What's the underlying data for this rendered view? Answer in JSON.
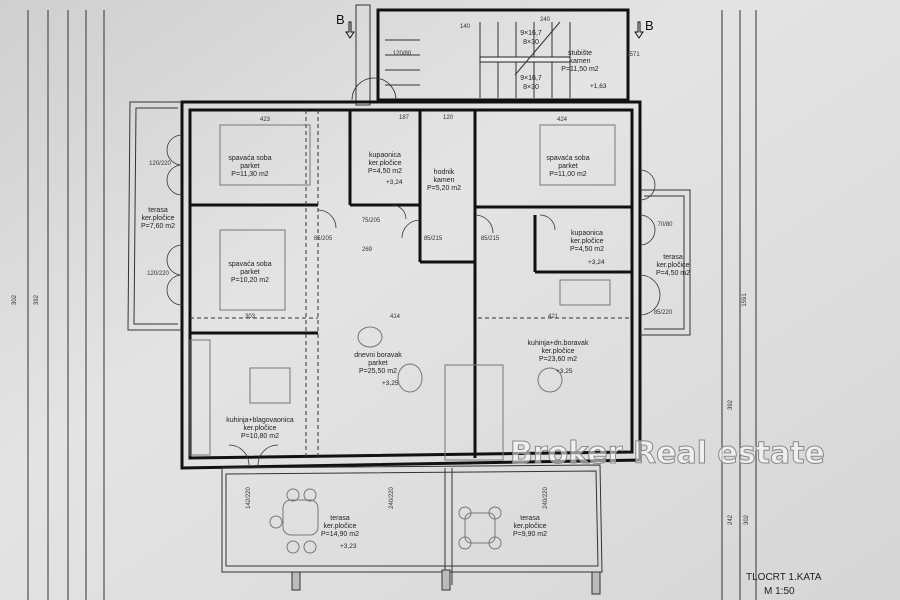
{
  "drawing": {
    "title": "TLOCRT 1.KATA",
    "scale": "M 1:50",
    "section_marker": "B",
    "watermark": "Broker Real estate"
  },
  "rooms": [
    {
      "name": "spavaća soba",
      "finish": "parket",
      "area": "P=11,30 m2"
    },
    {
      "name": "kupaonica",
      "finish": "ker.pločice",
      "area": "P=4,50 m2"
    },
    {
      "name": "hodnik",
      "finish": "kamen",
      "area": "P=5,20 m2"
    },
    {
      "name": "spavaća soba",
      "finish": "parket",
      "area": "P=11,00 m2"
    },
    {
      "name": "kupaonica",
      "finish": "ker.pločice",
      "area": "P=4,50 m2"
    },
    {
      "name": "spavaća soba",
      "finish": "parket",
      "area": "P=10,20 m2"
    },
    {
      "name": "terasa",
      "finish": "ker.pločice",
      "area": "P=7,60 m2"
    },
    {
      "name": "terasa",
      "finish": "ker.pločice",
      "area": "P=4,50 m2"
    },
    {
      "name": "dnevni boravak",
      "finish": "parket",
      "area": "P=25,50 m2"
    },
    {
      "name": "kuhinja+dn.boravak",
      "finish": "ker.pločice",
      "area": "P=23,60 m2"
    },
    {
      "name": "kuhinja+blagovaonica",
      "finish": "ker.pločice",
      "area": "P=10,80 m2"
    },
    {
      "name": "terasa",
      "finish": "ker.pločice",
      "area": "P=14,90 m2"
    },
    {
      "name": "terasa",
      "finish": "ker.pločice",
      "area": "P=9,90 m2"
    },
    {
      "name": "stubište",
      "finish": "kamen",
      "area": "P=11,50 m2"
    }
  ],
  "elevations": [
    "+3,24",
    "+3,24",
    "+3,25",
    "+3,25",
    "+3,23",
    "+1,63"
  ],
  "stairs": [
    "9×16,7",
    "8×30",
    "9×16,7",
    "8×30"
  ],
  "dimensions": [
    "423",
    "424",
    "187",
    "120",
    "269",
    "414",
    "421",
    "303",
    "85/205",
    "75/205",
    "85/215",
    "85/215",
    "120/220",
    "120/220",
    "70/80",
    "85/220",
    "142/220",
    "240/220",
    "240/220",
    "242",
    "302",
    "392",
    "1591",
    "1571",
    "120/80",
    "140",
    "240"
  ]
}
